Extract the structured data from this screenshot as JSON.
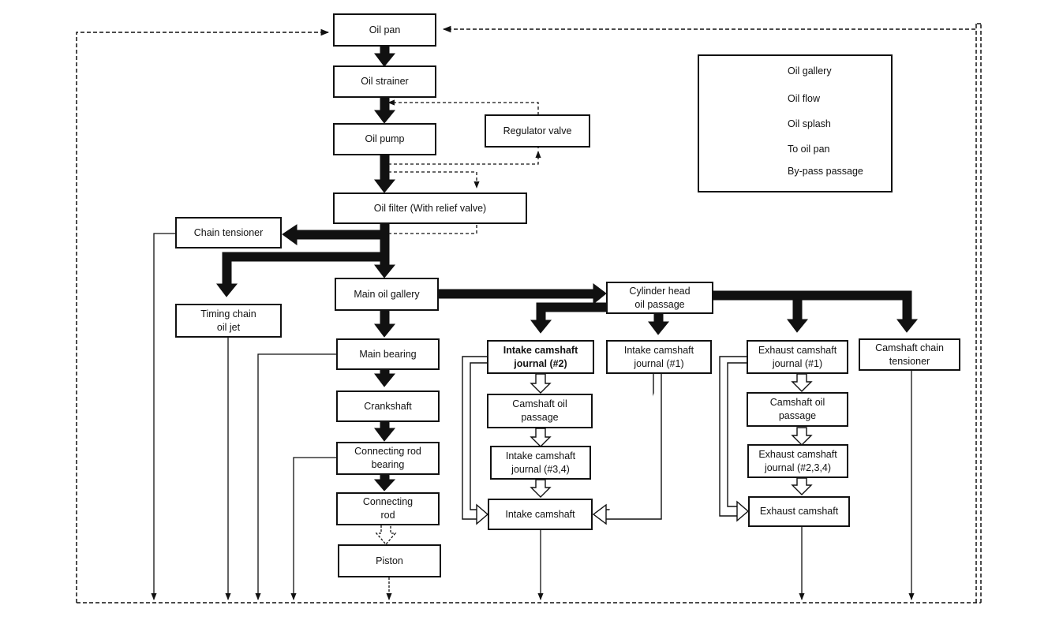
{
  "boxes": {
    "oil_pan": "Oil pan",
    "oil_strainer": "Oil strainer",
    "oil_pump": "Oil pump",
    "regulator_valve": "Regulator valve",
    "oil_filter": "Oil filter  (With relief valve)",
    "chain_tensioner": "Chain tensioner",
    "timing_chain_oil_jet": "Timing chain\noil jet",
    "main_oil_gallery": "Main oil gallery",
    "main_bearing": "Main bearing",
    "crankshaft": "Crankshaft",
    "connecting_rod_bearing": "Connecting rod\nbearing",
    "connecting_rod": "Connecting\nrod",
    "piston": "Piston",
    "cylinder_head_oil_passage": "Cylinder head\noil passage",
    "intake_camshaft_journal_2": "Intake camshaft\njournal (#2)",
    "intake_camshaft_oil_passage": "Camshaft oil\npassage",
    "intake_camshaft_journal_34": "Intake camshaft\njournal (#3,4)",
    "intake_camshaft": "Intake camshaft",
    "intake_camshaft_journal_1": "Intake camshaft\njournal (#1)",
    "exhaust_camshaft_journal_1": "Exhaust camshaft\njournal (#1)",
    "exhaust_camshaft_oil_passage": "Camshaft oil\npassage",
    "exhaust_camshaft_journal_234": "Exhaust camshaft\njournal (#2,3,4)",
    "exhaust_camshaft": "Exhaust camshaft",
    "camshaft_chain_tensioner": "Camshaft chain\ntensioner"
  },
  "legend": {
    "oil_gallery": "Oil gallery",
    "oil_flow": "Oil flow",
    "oil_splash": "Oil splash",
    "to_oil_pan": "To oil pan",
    "by_pass_passage": "By-pass passage"
  }
}
